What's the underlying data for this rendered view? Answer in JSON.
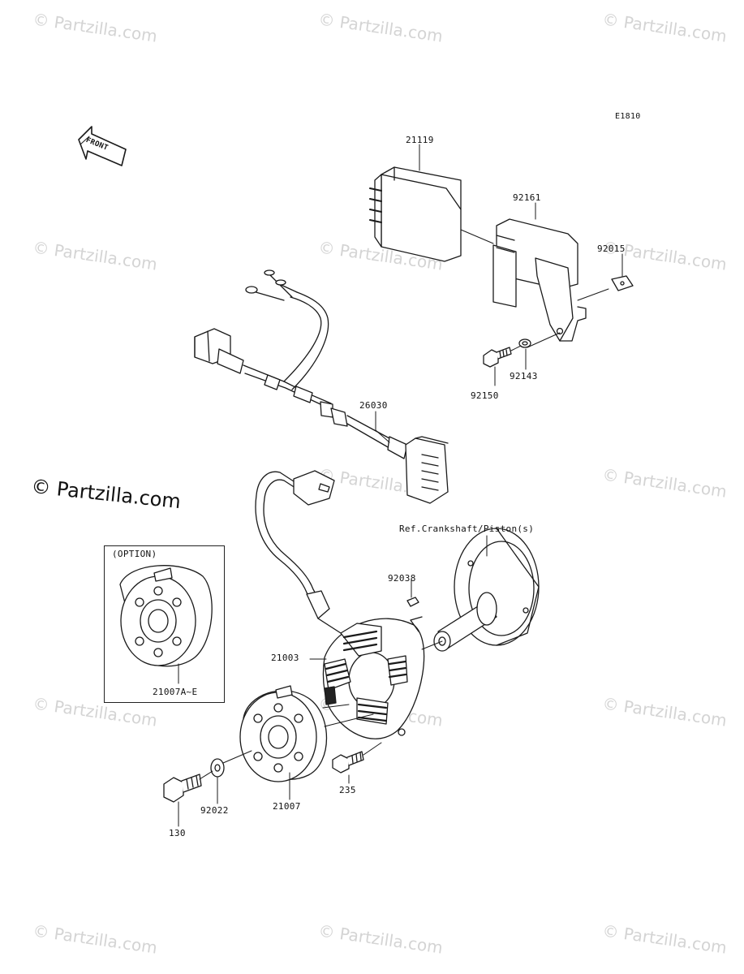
{
  "diagram": {
    "code": "E1810",
    "front_label": "FRONT",
    "option_label": "(OPTION)",
    "reference_label": "Ref.Crankshaft/Piston(s)",
    "watermark": "© Partzilla.com",
    "main_watermark": "© Partzilla.com",
    "parts": {
      "p21119": "21119",
      "p92161": "92161",
      "p92015": "92015",
      "p92143": "92143",
      "p92150": "92150",
      "p26030": "26030",
      "p92038": "92038",
      "p21003": "21003",
      "p21007a": "21007A~E",
      "p21007": "21007",
      "p92022": "92022",
      "p130": "130",
      "p235": "235"
    }
  }
}
